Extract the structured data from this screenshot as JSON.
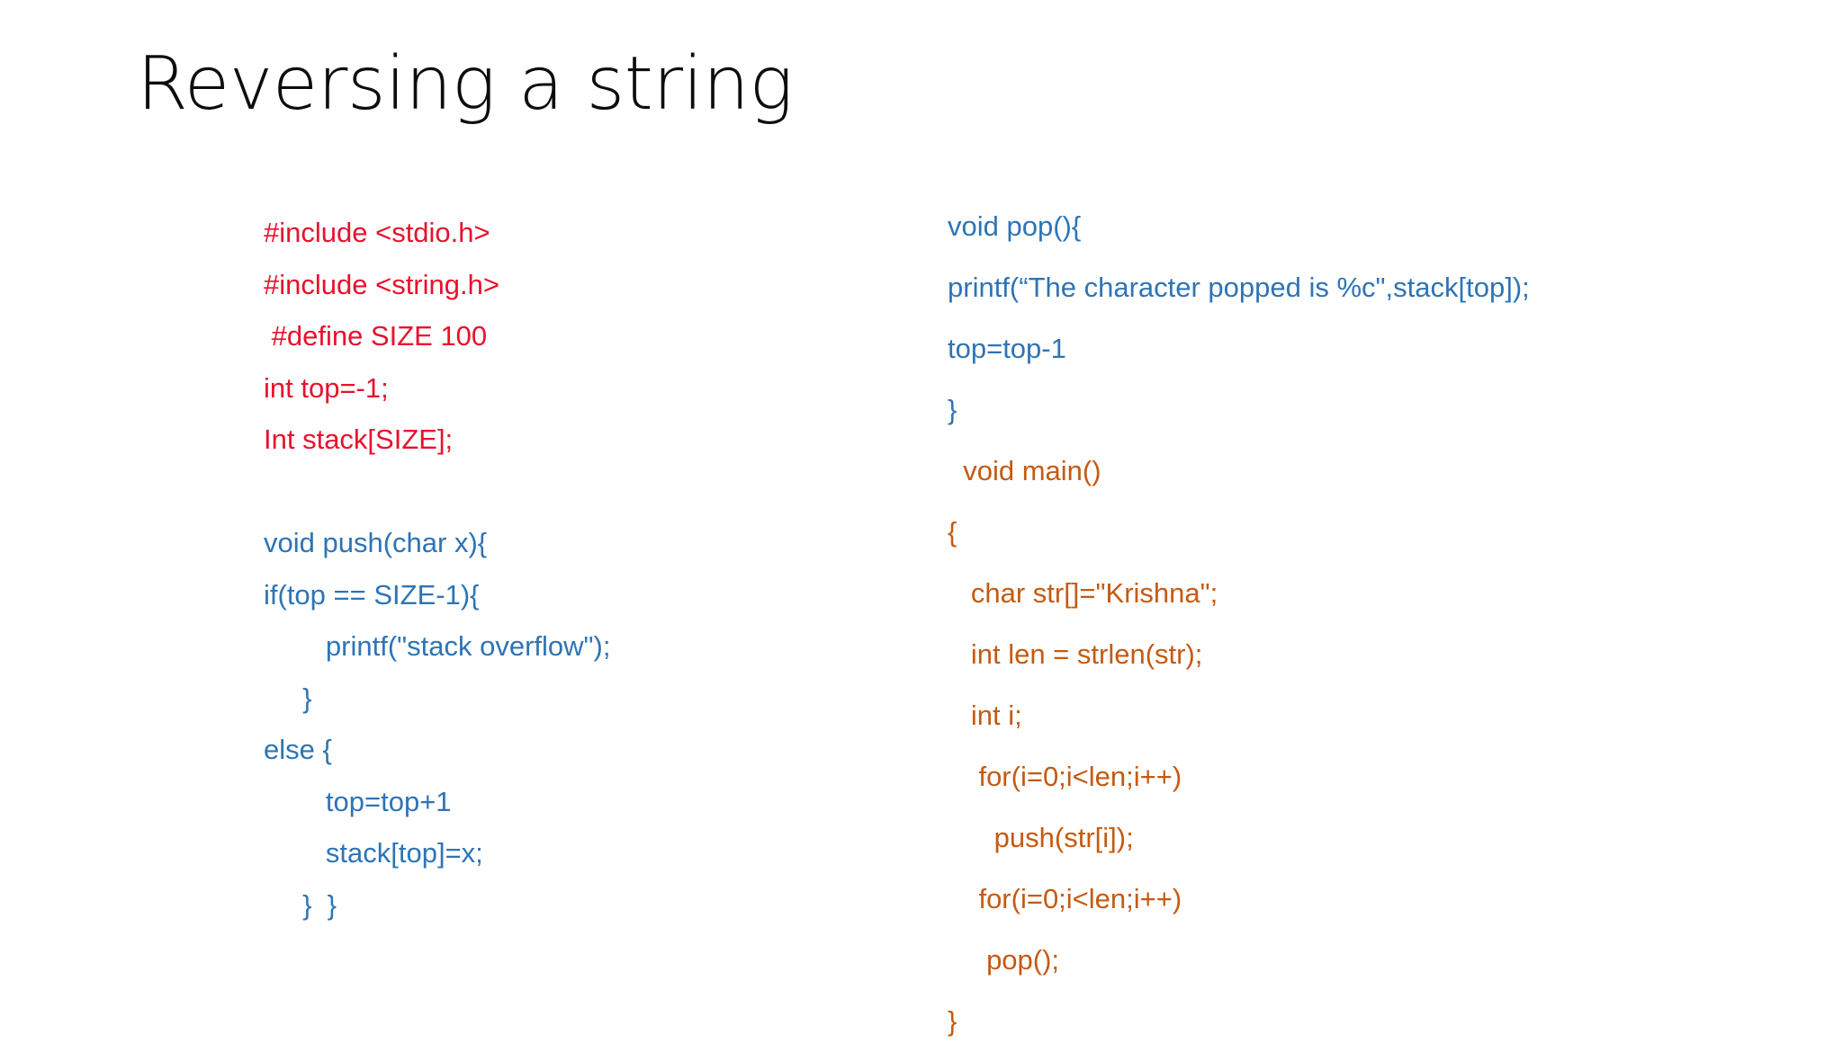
{
  "slide": {
    "title": "Reversing a string",
    "background": "#ffffff"
  },
  "colors": {
    "red": "#E8112D",
    "blue": "#2E74B5",
    "orange": "#C55A11",
    "title": "#0d0d0d"
  },
  "code": {
    "left_column": [
      {
        "text": "#include <stdio.h>",
        "color": "red"
      },
      {
        "text": "#include <string.h>",
        "color": "red"
      },
      {
        "text": " #define SIZE 100",
        "color": "red"
      },
      {
        "text": "int top=-1;",
        "color": "red"
      },
      {
        "text": "Int stack[SIZE];",
        "color": "red"
      },
      {
        "text": " ",
        "color": "red"
      },
      {
        "text": "void push(char x){",
        "color": "blue"
      },
      {
        "text": "if(top == SIZE-1){",
        "color": "blue"
      },
      {
        "text": "        printf(\"stack overflow\");",
        "color": "blue"
      },
      {
        "text": "     }",
        "color": "blue"
      },
      {
        "text": "else {",
        "color": "blue"
      },
      {
        "text": "        top=top+1",
        "color": "blue"
      },
      {
        "text": "        stack[top]=x;",
        "color": "blue"
      },
      {
        "text": "     }  }",
        "color": "blue"
      }
    ],
    "right_column": [
      {
        "text": "void pop(){",
        "color": "blue"
      },
      {
        "text": "printf(“The character popped is %c\",stack[top]);",
        "color": "blue"
      },
      {
        "text": "top=top-1",
        "color": "blue"
      },
      {
        "text": "}",
        "color": "blue"
      },
      {
        "text": "  void main()",
        "color": "orange"
      },
      {
        "text": "{",
        "color": "orange"
      },
      {
        "text": "   char str[]=\"Krishna\";",
        "color": "orange"
      },
      {
        "text": "   int len = strlen(str);",
        "color": "orange"
      },
      {
        "text": "   int i;",
        "color": "orange"
      },
      {
        "text": "    for(i=0;i<len;i++)",
        "color": "orange"
      },
      {
        "text": "      push(str[i]);",
        "color": "orange"
      },
      {
        "text": "    for(i=0;i<len;i++)",
        "color": "orange"
      },
      {
        "text": "     pop();",
        "color": "orange"
      },
      {
        "text": "}",
        "color": "orange"
      }
    ]
  }
}
